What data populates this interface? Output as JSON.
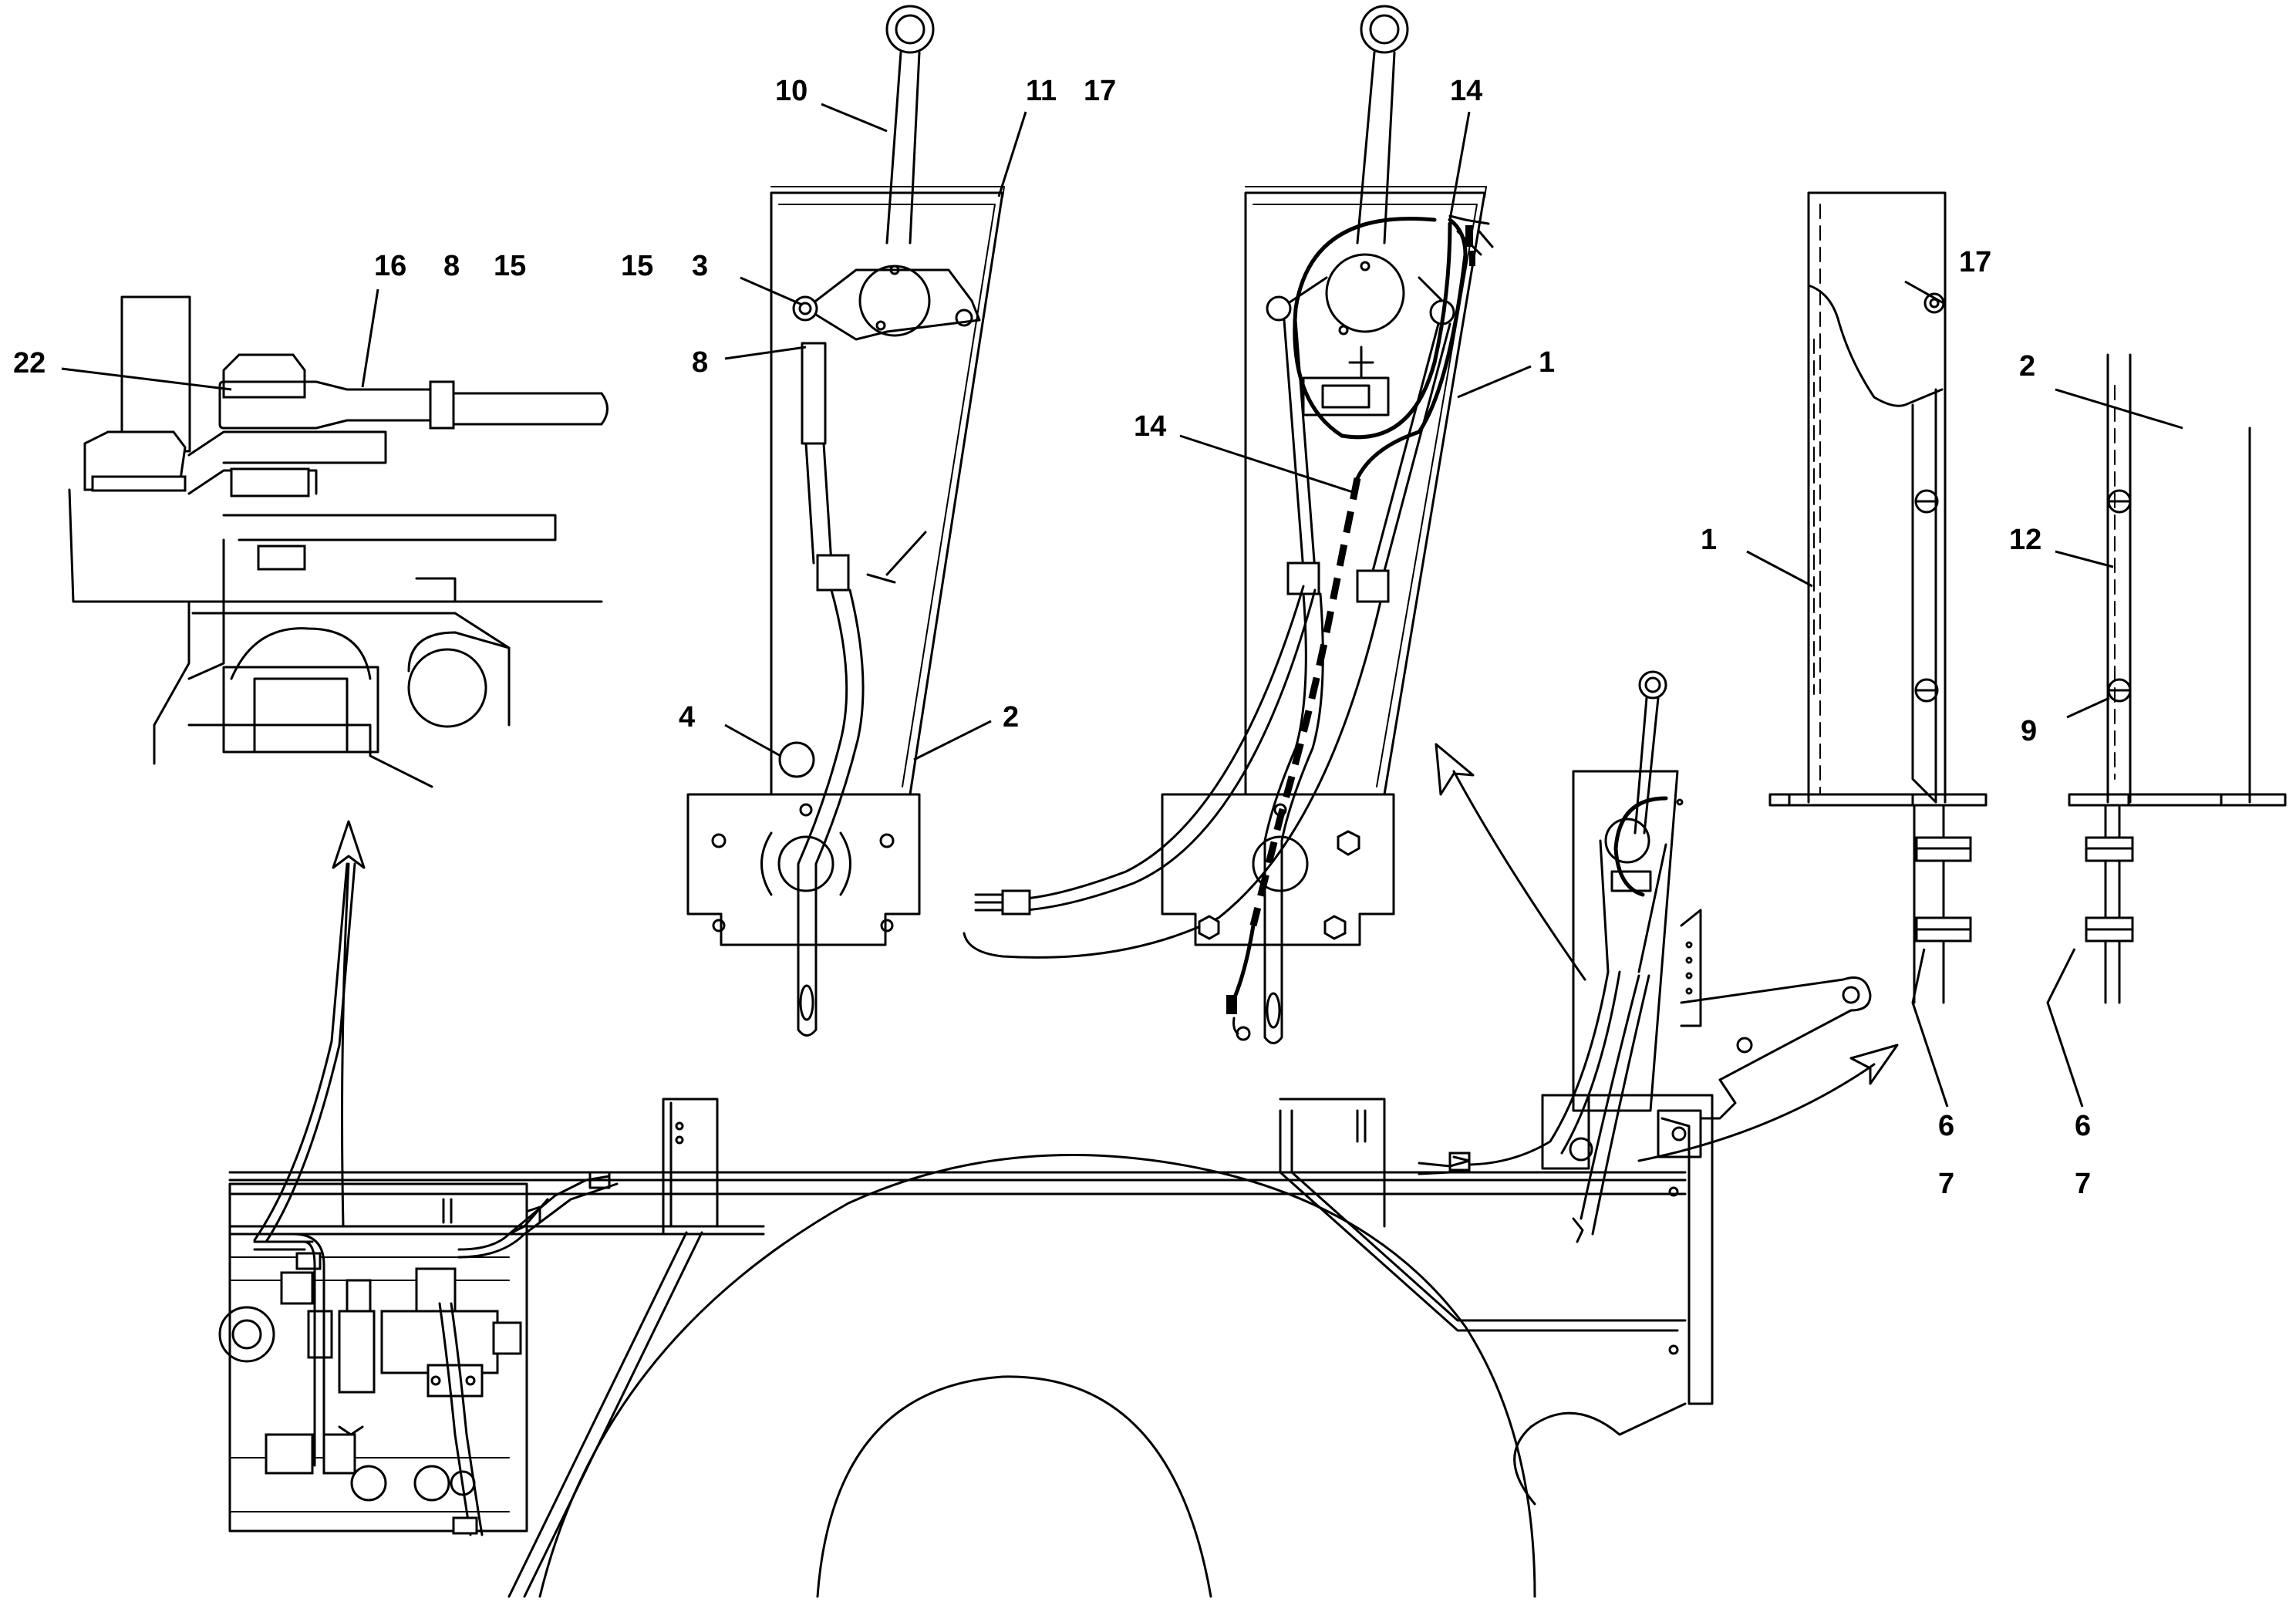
{
  "callouts": {
    "detail_a": {
      "c22": "22",
      "c16": "16",
      "c8": "8",
      "c15": "15"
    },
    "lever_plain": {
      "c10": "10",
      "c11": "11",
      "c17": "17",
      "c15": "15",
      "c3": "3",
      "c8": "8",
      "c4": "4",
      "c2": "2"
    },
    "lever_wired": {
      "c14_top": "14",
      "c14_mid": "14",
      "c1": "1"
    },
    "side_view_left": {
      "c17": "17",
      "c1": "1",
      "c6": "6",
      "c7": "7"
    },
    "side_view_right": {
      "c2": "2",
      "c12": "12",
      "c9": "9",
      "c6": "6",
      "c7": "7"
    }
  }
}
